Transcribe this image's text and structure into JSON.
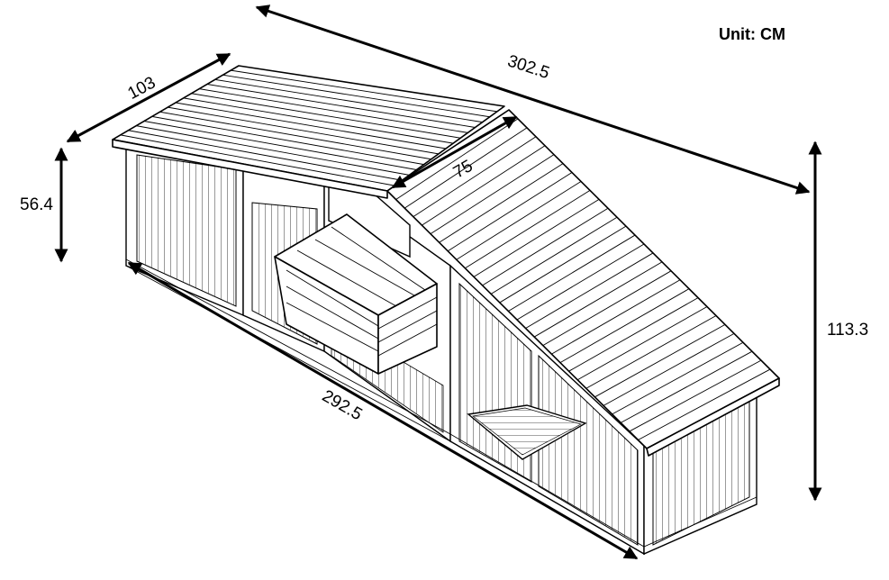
{
  "unit_label": "Unit: CM",
  "dimensions": {
    "roof_width": "103",
    "side_height": "56.4",
    "total_length": "302.5",
    "ramp_roof_length": "75",
    "base_length": "292.5",
    "total_height": "113.3"
  },
  "colors": {
    "line": "#000000",
    "background": "#ffffff"
  }
}
